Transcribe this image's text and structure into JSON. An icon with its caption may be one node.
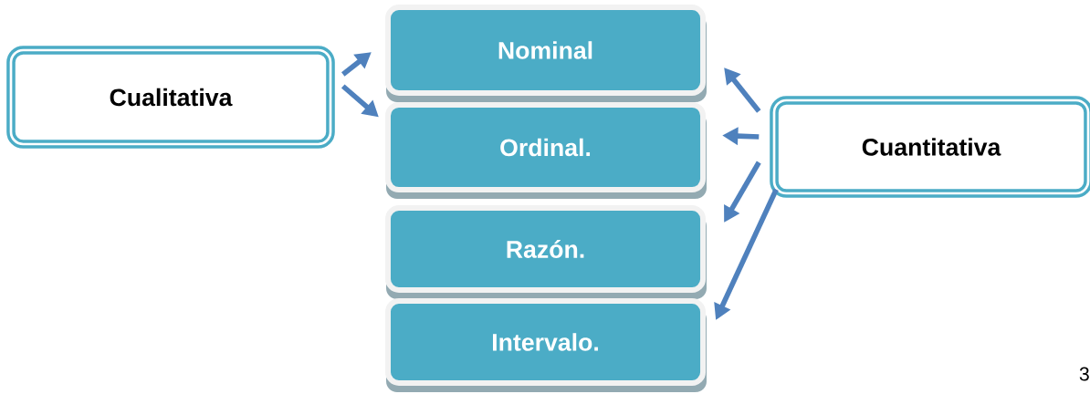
{
  "diagram": {
    "nodes": [
      {
        "text": [
          "Cualitativa"
        ]
      },
      {
        "text": [
          "Nominal"
        ]
      },
      {
        "text": [
          "Ordinal."
        ]
      },
      {
        "text": [
          "Razón."
        ]
      },
      {
        "text": [
          "Intervalo."
        ]
      },
      {
        "text": [
          "Cuantitativa"
        ]
      }
    ],
    "edges": [
      {
        "from": 0,
        "to": 1,
        "arrow": "to"
      },
      {
        "from": 0,
        "to": 2,
        "arrow": "to"
      },
      {
        "from": 5,
        "to": 1,
        "arrow": "to"
      },
      {
        "from": 5,
        "to": 2,
        "arrow": "to"
      },
      {
        "from": 5,
        "to": 3,
        "arrow": "to"
      },
      {
        "from": 5,
        "to": 4,
        "arrow": "to"
      }
    ],
    "labels": [
      "3"
    ]
  }
}
